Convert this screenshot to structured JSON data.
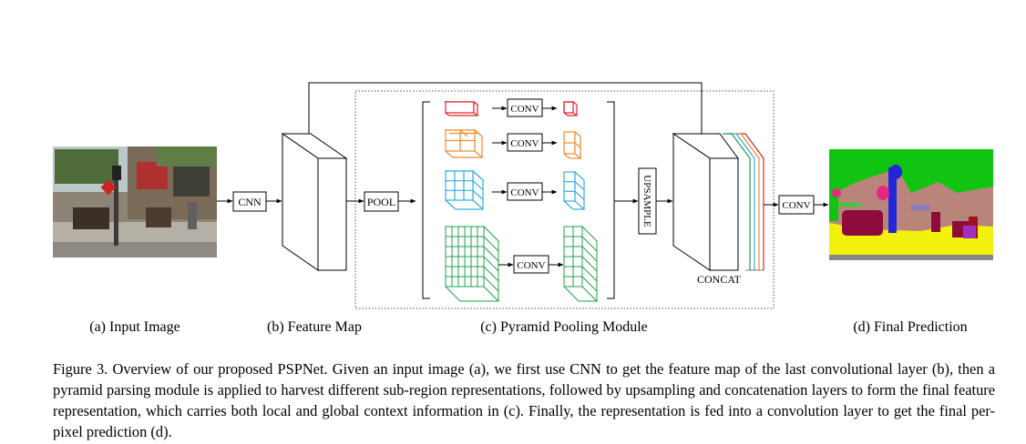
{
  "figure": {
    "blocks": {
      "cnn": "CNN",
      "pool": "POOL",
      "conv": "CONV",
      "upsample": "UPSAMPLE",
      "concat": "CONCAT",
      "final_conv": "CONV"
    },
    "sublabels": {
      "a": "(a) Input Image",
      "b": "(b) Feature Map",
      "c": "(c) Pyramid Pooling Module",
      "d": "(d) Final Prediction"
    },
    "colors": {
      "level1": "#e0232b",
      "level2": "#f28a2e",
      "level3": "#33aee0",
      "level4": "#22a04b",
      "line": "#000000"
    }
  },
  "caption": "Figure 3. Overview of our proposed PSPNet. Given an input image (a), we first use CNN to get the feature map of the last convolutional layer (b), then a pyramid parsing module is applied to harvest different sub-region representations, followed by upsampling and concatenation layers to form the final feature representation, which carries both local and global context information in (c). Finally, the representation is fed into a convolution layer to get the final per-pixel prediction (d)."
}
